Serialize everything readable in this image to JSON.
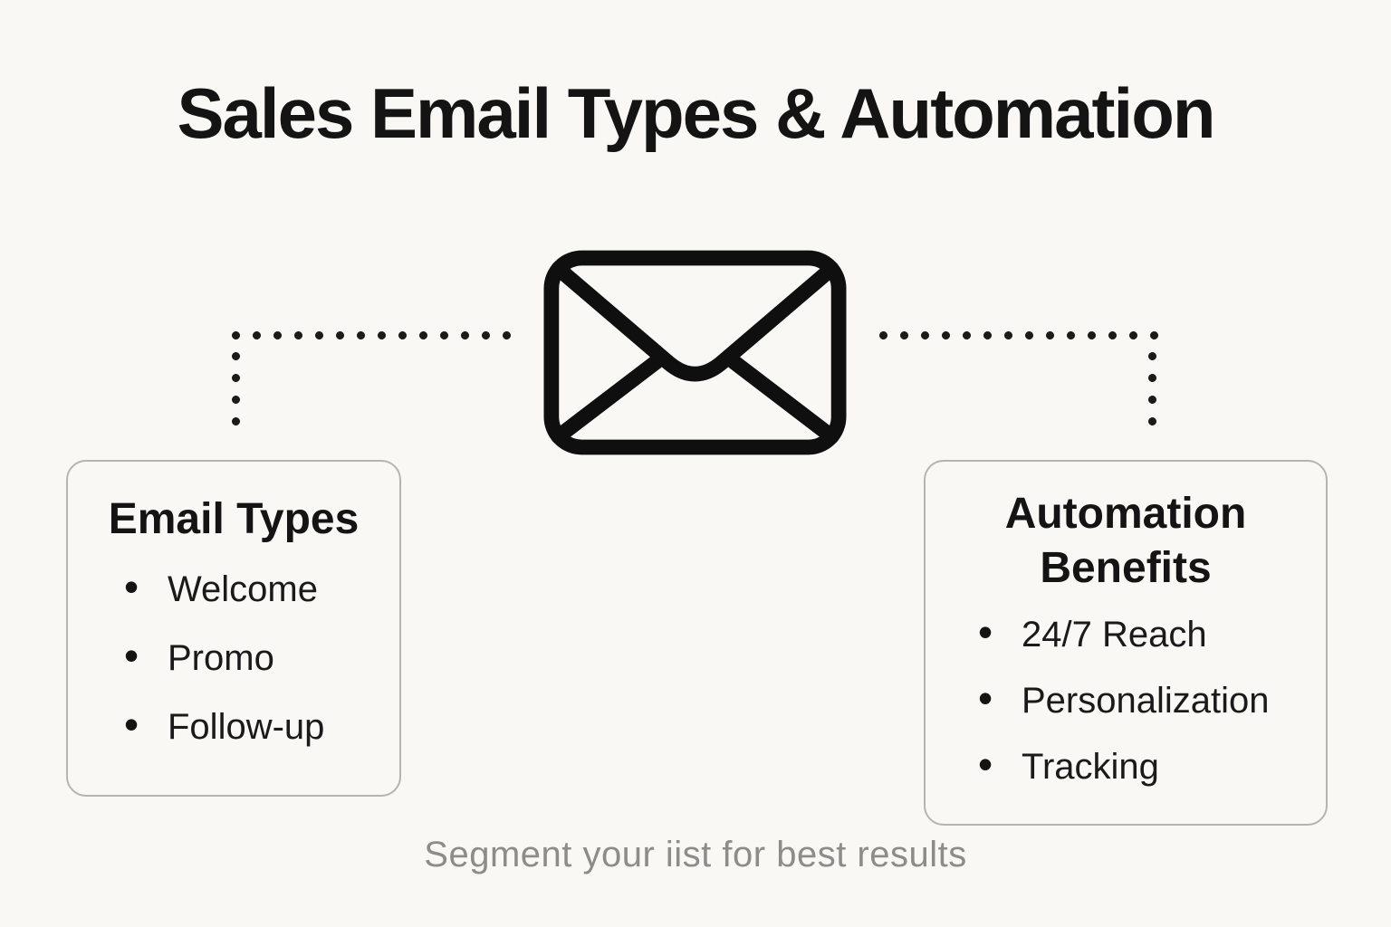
{
  "title": "Sales Email Types & Automation",
  "icons": {
    "center": "envelope-icon"
  },
  "colors": {
    "background": "#faf8f5",
    "text": "#141414",
    "caption_text": "#8e8c89",
    "card_border": "#b6b4b1",
    "line_dots": "#1b1b1b"
  },
  "left_box": {
    "title": "Email Types",
    "items": [
      "Welcome",
      "Promo",
      "Follow-up"
    ]
  },
  "right_box": {
    "title": "Automation Benefits",
    "items": [
      "24/7 Reach",
      "Personalization",
      "Tracking"
    ]
  },
  "caption": "Segment your iist for best results"
}
